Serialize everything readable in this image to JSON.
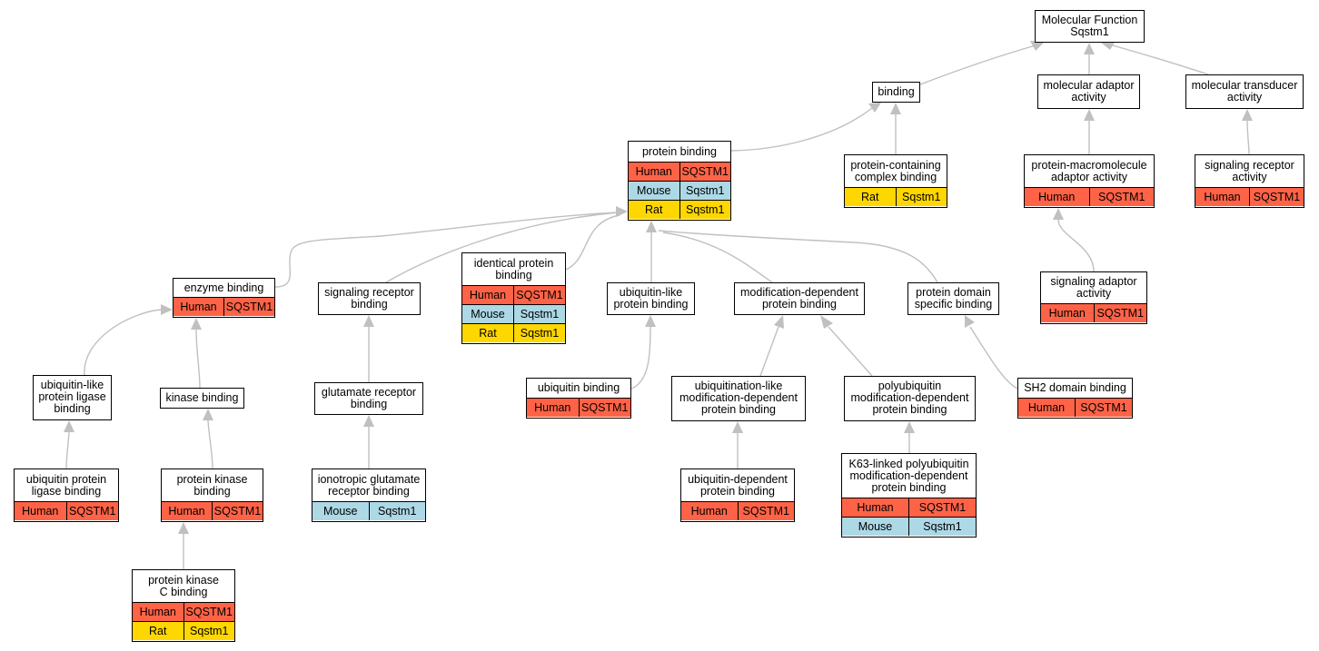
{
  "colors": {
    "human": "#ff6347",
    "mouse": "#add8e6",
    "rat": "#ffd700",
    "edge": "#c0c0c0"
  },
  "nodes": [
    {
      "id": "mf",
      "label": "Molecular Function\nSqstm1",
      "rows": []
    },
    {
      "id": "binding",
      "label": "binding",
      "rows": []
    },
    {
      "id": "mol_adaptor",
      "label": "molecular adaptor\nactivity",
      "rows": []
    },
    {
      "id": "mol_transducer",
      "label": "molecular transducer\nactivity",
      "rows": []
    },
    {
      "id": "protein_binding",
      "label": "protein binding",
      "rows": [
        {
          "species": "Human",
          "gene": "SQSTM1",
          "color": "human"
        },
        {
          "species": "Mouse",
          "gene": "Sqstm1",
          "color": "mouse"
        },
        {
          "species": "Rat",
          "gene": "Sqstm1",
          "color": "rat"
        }
      ]
    },
    {
      "id": "complex_binding",
      "label": "protein-containing\ncomplex binding",
      "rows": [
        {
          "species": "Rat",
          "gene": "Sqstm1",
          "color": "rat"
        }
      ]
    },
    {
      "id": "macromol_adaptor",
      "label": "protein-macromolecule\nadaptor activity",
      "rows": [
        {
          "species": "Human",
          "gene": "SQSTM1",
          "color": "human"
        }
      ]
    },
    {
      "id": "sig_receptor_activity",
      "label": "signaling receptor\nactivity",
      "rows": [
        {
          "species": "Human",
          "gene": "SQSTM1",
          "color": "human"
        }
      ]
    },
    {
      "id": "enzyme_binding",
      "label": "enzyme binding",
      "rows": [
        {
          "species": "Human",
          "gene": "SQSTM1",
          "color": "human"
        }
      ]
    },
    {
      "id": "sig_receptor_binding",
      "label": "signaling receptor\nbinding",
      "rows": []
    },
    {
      "id": "identical_binding",
      "label": "identical protein\nbinding",
      "rows": [
        {
          "species": "Human",
          "gene": "SQSTM1",
          "color": "human"
        },
        {
          "species": "Mouse",
          "gene": "Sqstm1",
          "color": "mouse"
        },
        {
          "species": "Rat",
          "gene": "Sqstm1",
          "color": "rat"
        }
      ]
    },
    {
      "id": "ubl_binding",
      "label": "ubiquitin-like\nprotein binding",
      "rows": []
    },
    {
      "id": "mod_dep_binding",
      "label": "modification-dependent\nprotein binding",
      "rows": []
    },
    {
      "id": "domain_binding",
      "label": "protein domain\nspecific binding",
      "rows": []
    },
    {
      "id": "sig_adaptor",
      "label": "signaling adaptor\nactivity",
      "rows": [
        {
          "species": "Human",
          "gene": "SQSTM1",
          "color": "human"
        }
      ]
    },
    {
      "id": "ubl_ligase_binding",
      "label": "ubiquitin-like\nprotein ligase\nbinding",
      "rows": []
    },
    {
      "id": "kinase_binding",
      "label": "kinase binding",
      "rows": []
    },
    {
      "id": "glutamate_binding",
      "label": "glutamate receptor\nbinding",
      "rows": []
    },
    {
      "id": "ubiquitin_binding",
      "label": "ubiquitin binding",
      "rows": [
        {
          "species": "Human",
          "gene": "SQSTM1",
          "color": "human"
        }
      ]
    },
    {
      "id": "ubl_mod_binding",
      "label": "ubiquitination-like\nmodification-dependent\nprotein binding",
      "rows": []
    },
    {
      "id": "polyub_binding",
      "label": "polyubiquitin\nmodification-dependent\nprotein binding",
      "rows": []
    },
    {
      "id": "sh2_binding",
      "label": "SH2 domain binding",
      "rows": [
        {
          "species": "Human",
          "gene": "SQSTM1",
          "color": "human"
        }
      ]
    },
    {
      "id": "ub_ligase_binding",
      "label": "ubiquitin protein\nligase binding",
      "rows": [
        {
          "species": "Human",
          "gene": "SQSTM1",
          "color": "human"
        }
      ]
    },
    {
      "id": "protein_kinase_binding",
      "label": "protein kinase\nbinding",
      "rows": [
        {
          "species": "Human",
          "gene": "SQSTM1",
          "color": "human"
        }
      ]
    },
    {
      "id": "ionotropic_binding",
      "label": "ionotropic glutamate\nreceptor binding",
      "rows": [
        {
          "species": "Mouse",
          "gene": "Sqstm1",
          "color": "mouse"
        }
      ]
    },
    {
      "id": "ub_dep_binding",
      "label": "ubiquitin-dependent\nprotein binding",
      "rows": [
        {
          "species": "Human",
          "gene": "SQSTM1",
          "color": "human"
        }
      ]
    },
    {
      "id": "k63_binding",
      "label": "K63-linked polyubiquitin\nmodification-dependent\nprotein binding",
      "rows": [
        {
          "species": "Human",
          "gene": "SQSTM1",
          "color": "human"
        },
        {
          "species": "Mouse",
          "gene": "Sqstm1",
          "color": "mouse"
        }
      ]
    },
    {
      "id": "pkc_binding",
      "label": "protein kinase\nC binding",
      "rows": [
        {
          "species": "Human",
          "gene": "SQSTM1",
          "color": "human"
        },
        {
          "species": "Rat",
          "gene": "Sqstm1",
          "color": "rat"
        }
      ]
    }
  ],
  "edges": [
    {
      "from": "binding",
      "to": "mf"
    },
    {
      "from": "mol_adaptor",
      "to": "mf"
    },
    {
      "from": "mol_transducer",
      "to": "mf"
    },
    {
      "from": "protein_binding",
      "to": "binding"
    },
    {
      "from": "complex_binding",
      "to": "binding"
    },
    {
      "from": "macromol_adaptor",
      "to": "mol_adaptor"
    },
    {
      "from": "sig_receptor_activity",
      "to": "mol_transducer"
    },
    {
      "from": "sig_adaptor",
      "to": "macromol_adaptor"
    },
    {
      "from": "enzyme_binding",
      "to": "protein_binding"
    },
    {
      "from": "sig_receptor_binding",
      "to": "protein_binding"
    },
    {
      "from": "identical_binding",
      "to": "protein_binding"
    },
    {
      "from": "ubl_binding",
      "to": "protein_binding"
    },
    {
      "from": "mod_dep_binding",
      "to": "protein_binding"
    },
    {
      "from": "domain_binding",
      "to": "protein_binding"
    },
    {
      "from": "ubl_ligase_binding",
      "to": "enzyme_binding"
    },
    {
      "from": "kinase_binding",
      "to": "enzyme_binding"
    },
    {
      "from": "glutamate_binding",
      "to": "sig_receptor_binding"
    },
    {
      "from": "ubiquitin_binding",
      "to": "ubl_binding"
    },
    {
      "from": "ubl_mod_binding",
      "to": "mod_dep_binding"
    },
    {
      "from": "polyub_binding",
      "to": "mod_dep_binding"
    },
    {
      "from": "sh2_binding",
      "to": "domain_binding"
    },
    {
      "from": "ub_ligase_binding",
      "to": "ubl_ligase_binding"
    },
    {
      "from": "protein_kinase_binding",
      "to": "kinase_binding"
    },
    {
      "from": "ionotropic_binding",
      "to": "glutamate_binding"
    },
    {
      "from": "ub_dep_binding",
      "to": "ubl_mod_binding"
    },
    {
      "from": "k63_binding",
      "to": "polyub_binding"
    },
    {
      "from": "pkc_binding",
      "to": "protein_kinase_binding"
    }
  ]
}
